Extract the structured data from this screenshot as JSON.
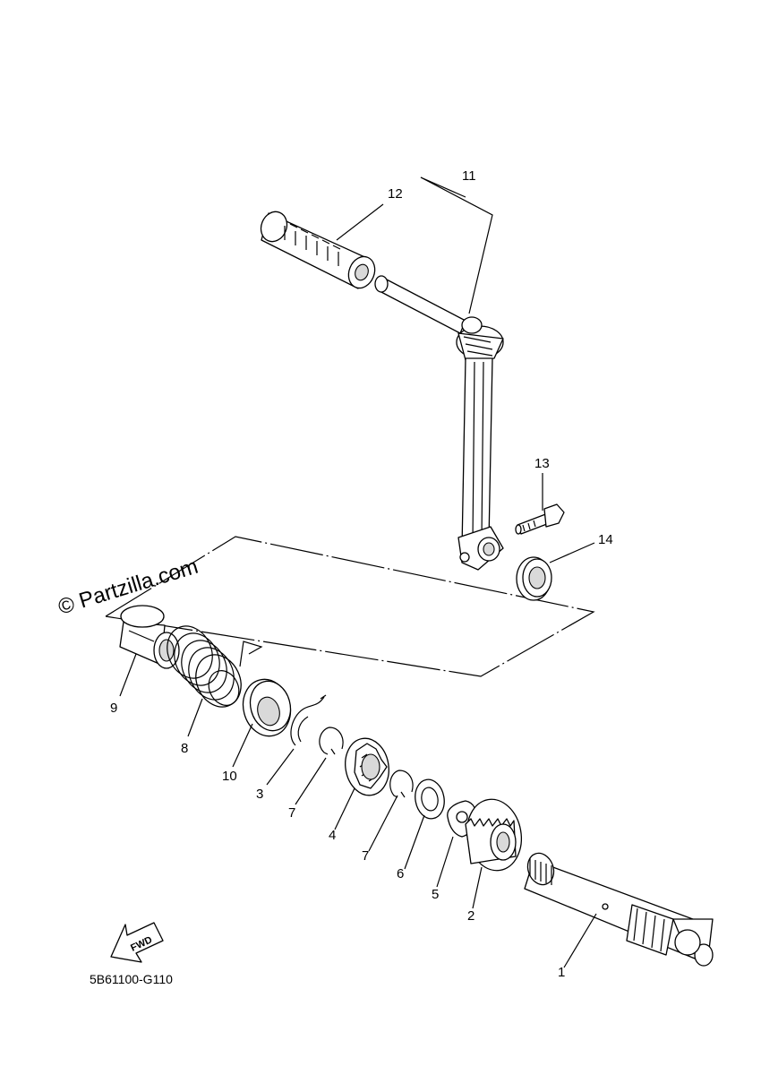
{
  "watermark": "© Partzilla.com",
  "diagram_code": "5B61100-G110",
  "fwd_label": "FWD",
  "callouts": {
    "p1": "1",
    "p2": "2",
    "p3": "3",
    "p4": "4",
    "p5": "5",
    "p6": "6",
    "p7a": "7",
    "p7b": "7",
    "p8": "8",
    "p9": "9",
    "p10": "10",
    "p11": "11",
    "p12": "12",
    "p13": "13",
    "p14": "14"
  }
}
